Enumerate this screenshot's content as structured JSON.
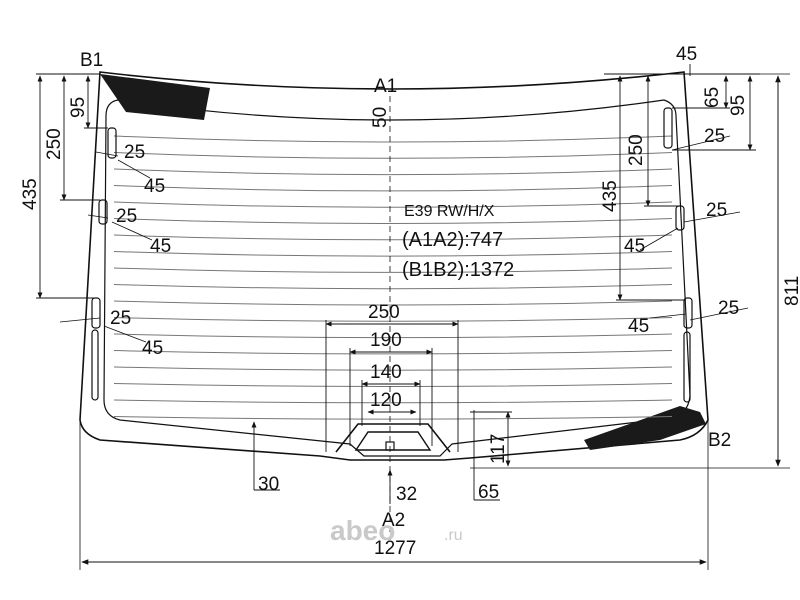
{
  "diagram": {
    "point_labels": {
      "a1": "A1",
      "a2": "A2",
      "b1": "B1",
      "b2": "B2"
    },
    "spec": {
      "code": "E39 RW/H/X",
      "a1a2": "(A1A2):747",
      "b1b2": "(B1B2):1372"
    },
    "dimensions": {
      "total_width": "1277",
      "total_height": "811",
      "top_center": "50",
      "left_95": "95",
      "left_250": "250",
      "left_435": "435",
      "left_clip1_a": "25",
      "left_clip1_b": "45",
      "left_clip2_a": "25",
      "left_clip2_b": "45",
      "left_clip3_a": "25",
      "left_clip3_b": "45",
      "right_45": "45",
      "right_65": "65",
      "right_95": "95",
      "right_250": "250",
      "right_435": "435",
      "right_clip1_a": "25",
      "right_clip2_a": "25",
      "right_clip2_b": "45",
      "right_clip3_a": "25",
      "right_clip3_b": "45",
      "brake_250": "250",
      "brake_190": "190",
      "brake_140": "140",
      "brake_120": "120",
      "bottom_30": "30",
      "bottom_32": "32",
      "bottom_65": "65",
      "bottom_117": "117"
    },
    "watermark": {
      "text": "abeo",
      "suffix": ".ru"
    },
    "colors": {
      "line": "#111111",
      "paint": "#1a1a1a",
      "watermark": "#c9c9c9"
    }
  }
}
